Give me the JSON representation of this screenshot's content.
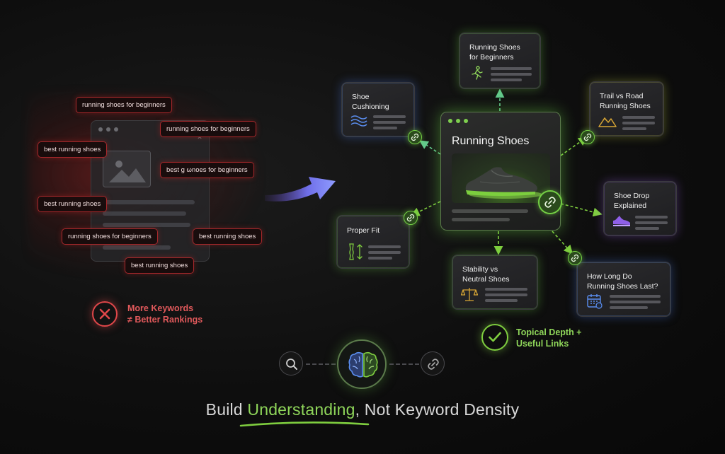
{
  "left": {
    "keyword_tags": [
      "running shoes for beginners",
      "running shoes for beginners",
      "best running shoes",
      "best g ωnoes for beginners",
      "best running shoes",
      "running shoes for beginners",
      "best running shoes",
      "best running shoes"
    ],
    "caption_line1": "More Keywords",
    "caption_line2": "≠ Better Rankings"
  },
  "hub": {
    "title": "Running Shoes"
  },
  "cards": {
    "beginners": {
      "line1": "Running Shoes",
      "line2": "for Beginners",
      "icon": "runner-icon"
    },
    "cushioning": {
      "line1": "Shoe",
      "line2": "Cushioning",
      "icon": "cushion-icon"
    },
    "trail": {
      "line1": "Trail vs Road",
      "line2": "Running Shoes",
      "icon": "mountain-icon"
    },
    "drop": {
      "line1": "Shoe Drop",
      "line2": "Explained",
      "icon": "shoe-icon"
    },
    "fit": {
      "line1": "Proper Fit",
      "icon": "fit-icon"
    },
    "stability": {
      "line1": "Stability vs",
      "line2": "Neutral Shoes",
      "icon": "scale-icon"
    },
    "lifespan": {
      "line1": "How Long Do",
      "line2": "Running Shoes Last?",
      "icon": "calendar-icon"
    }
  },
  "right_caption_line1": "Topical Depth +",
  "right_caption_line2": "Useful Links",
  "tagline": {
    "before": "Build ",
    "highlight": "Understanding",
    "after": ", Not Keyword Density"
  },
  "colors": {
    "green_accent": "#7fce3f",
    "red_accent": "#e0474a",
    "blue_accent": "#4f84ee",
    "purple_accent": "#9a6cf0"
  }
}
